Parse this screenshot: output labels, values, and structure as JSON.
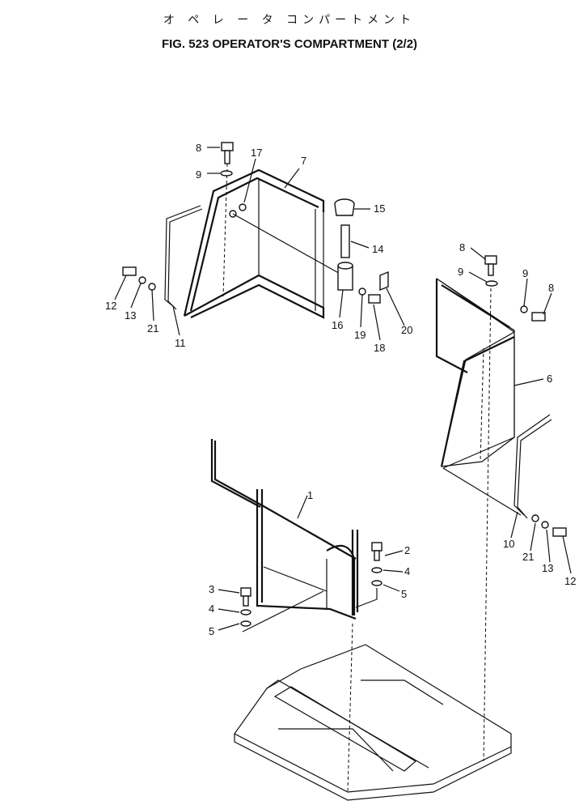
{
  "title_jp": "オ ペ レ ー タ コンパートメント",
  "title_en": "FIG. 523  OPERATOR'S COMPARTMENT (2/2)",
  "callouts": [
    "8",
    "9",
    "17",
    "7",
    "15",
    "14",
    "12",
    "13",
    "21",
    "11",
    "16",
    "19",
    "18",
    "20",
    "8",
    "9",
    "9",
    "8",
    "6",
    "1",
    "10",
    "21",
    "13",
    "12",
    "2",
    "4",
    "5",
    "3",
    "4",
    "5"
  ]
}
